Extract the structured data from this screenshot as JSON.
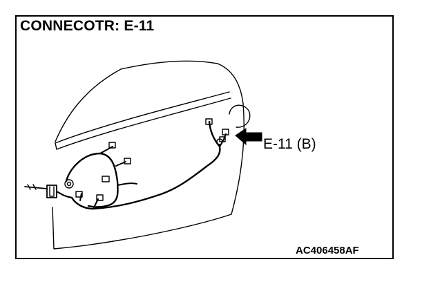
{
  "title": "CONNECOTR: E-11",
  "callout": {
    "label": "E-11 (B)"
  },
  "figure_code": "AC406458AF",
  "colors": {
    "line": "#000000",
    "background": "#ffffff"
  }
}
